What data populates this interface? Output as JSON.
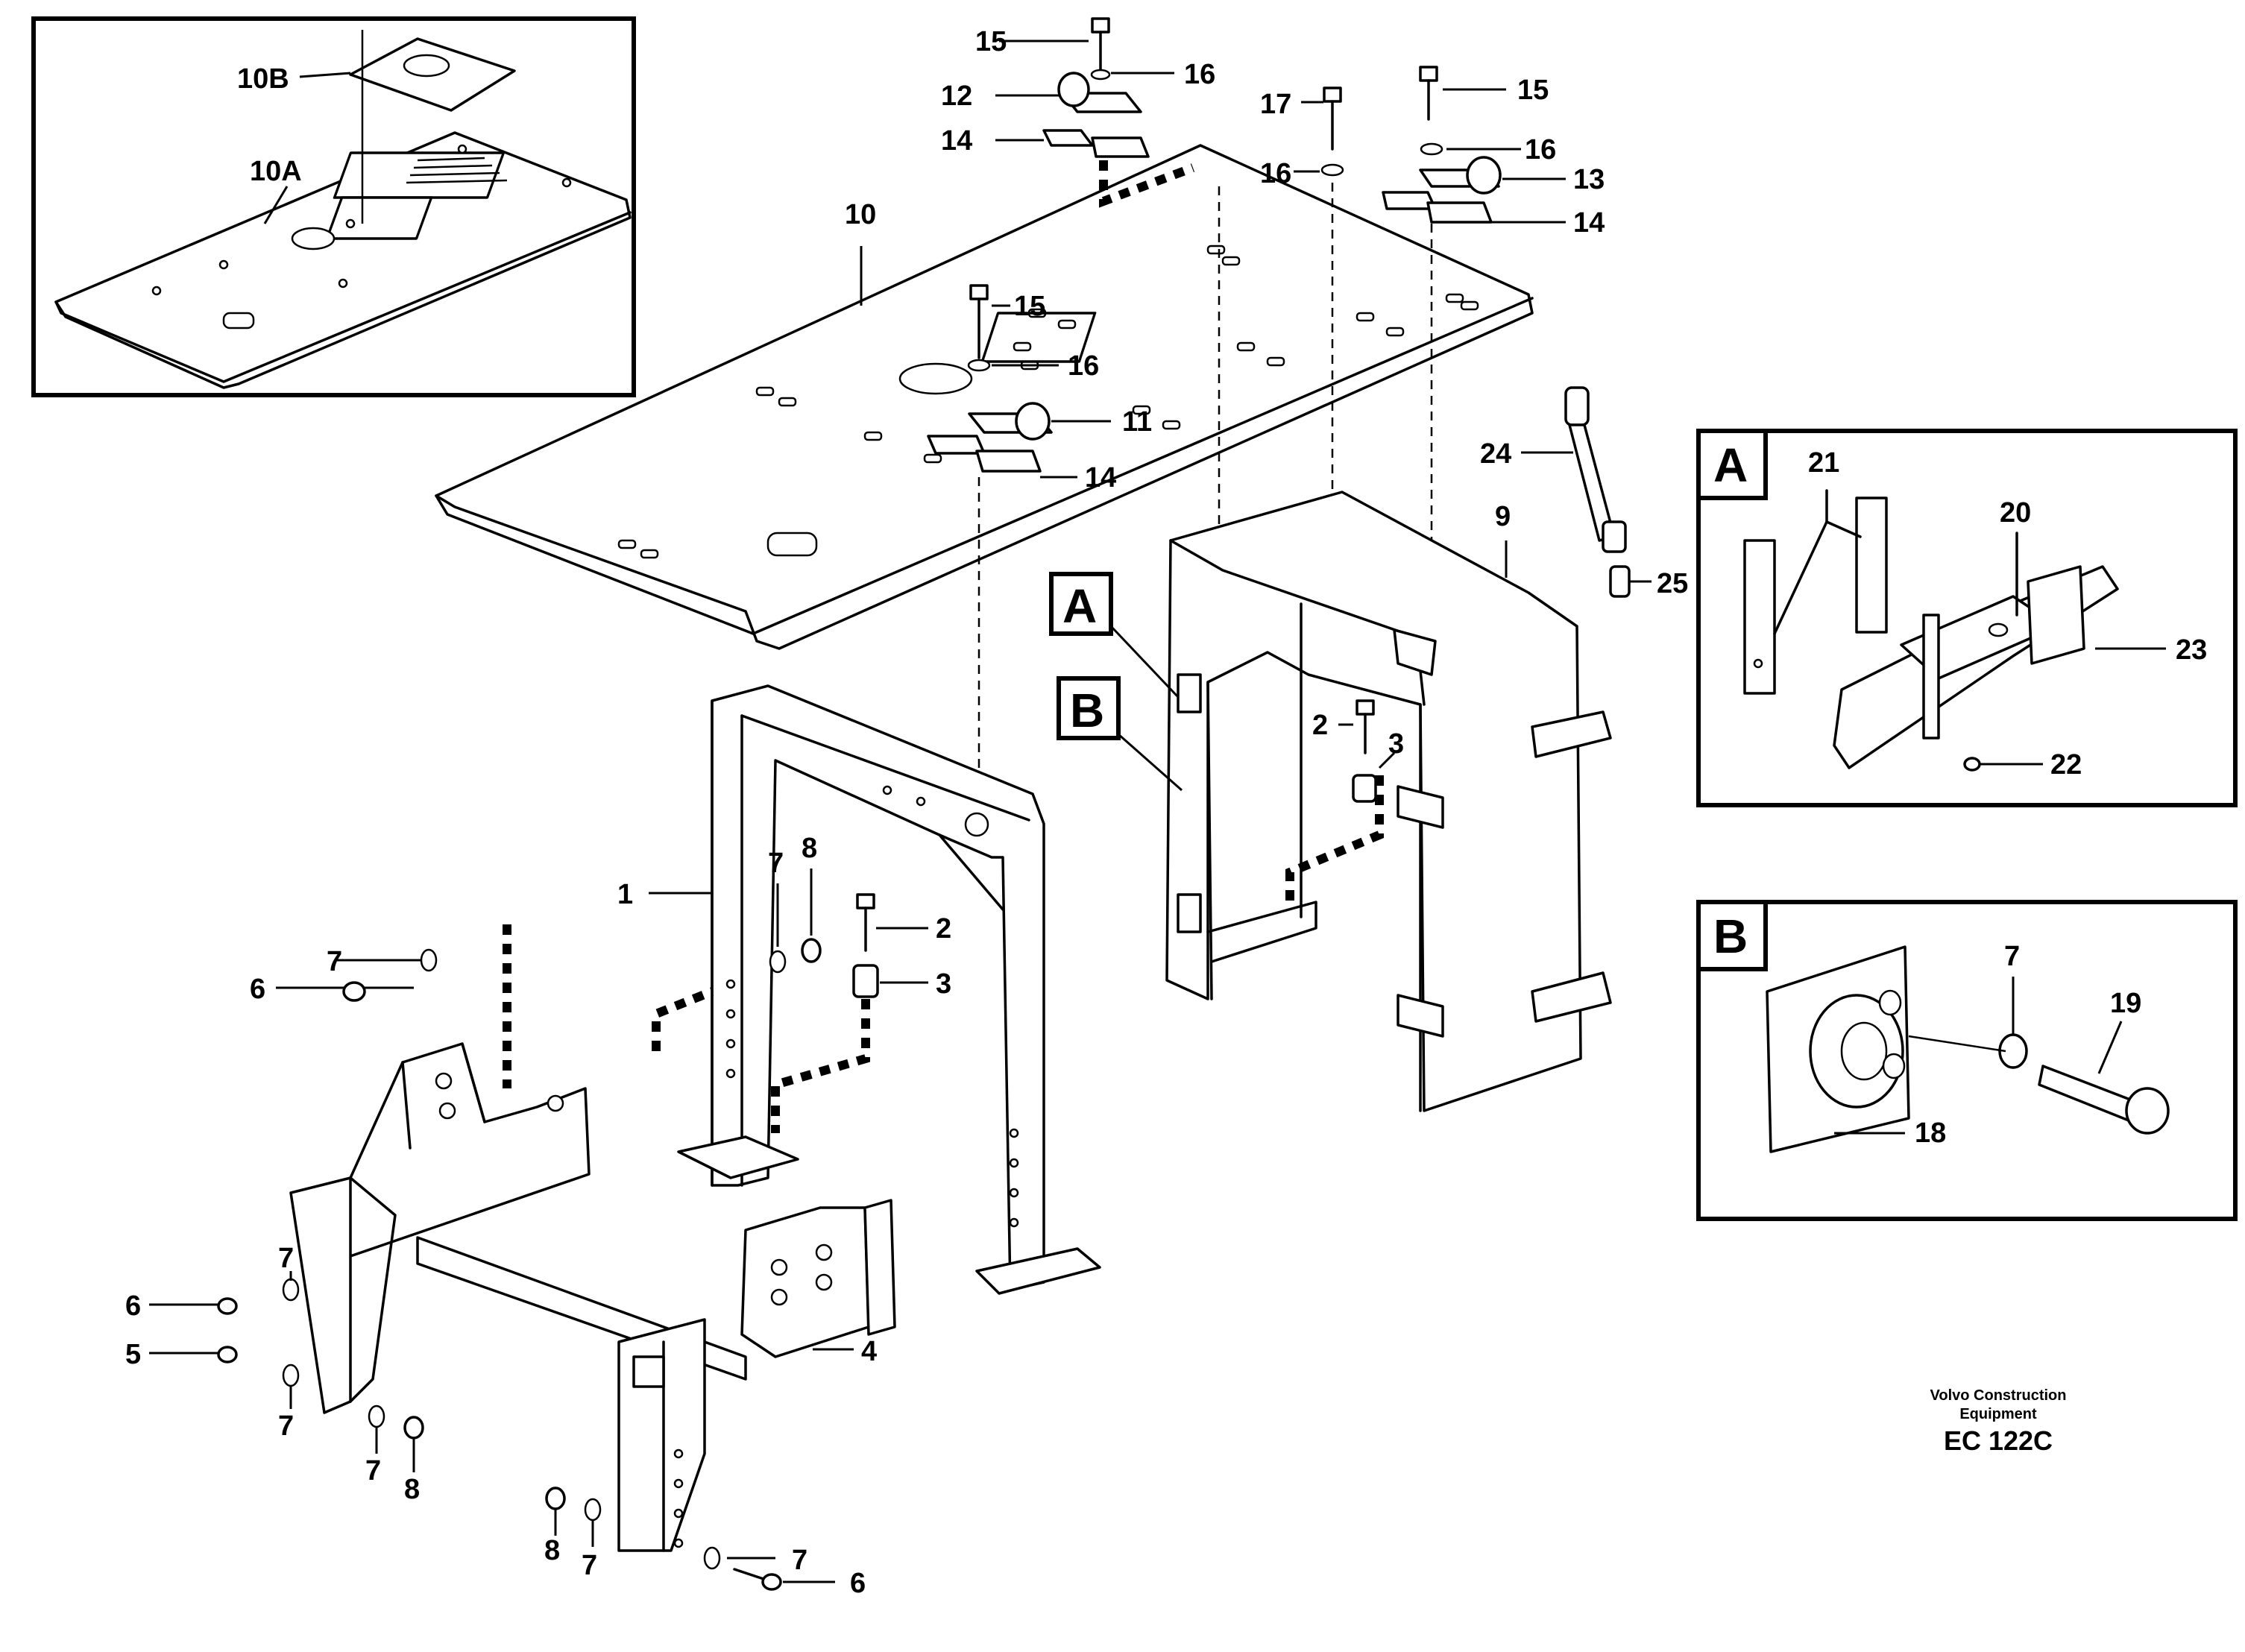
{
  "callouts": {
    "c1": "1",
    "c2a": "2",
    "c2b": "2",
    "c3a": "3",
    "c3b": "3",
    "c4": "4",
    "c5": "5",
    "c6a": "6",
    "c6b": "6",
    "c6c": "6",
    "c7a": "7",
    "c7b": "7",
    "c7c": "7",
    "c7d": "7",
    "c7e": "7",
    "c7f": "7",
    "c7g": "7",
    "c7h": "7",
    "c8a": "8",
    "c8b": "8",
    "c8c": "8",
    "c9": "9",
    "c10": "10",
    "c10a": "10A",
    "c10b": "10B",
    "c11": "11",
    "c12": "12",
    "c13": "13",
    "c14a": "14",
    "c14b": "14",
    "c14c": "14",
    "c15a": "15",
    "c15b": "15",
    "c15c": "15",
    "c16a": "16",
    "c16b": "16",
    "c16c": "16",
    "c16d": "16",
    "c17": "17",
    "c18": "18",
    "c19": "19",
    "c20": "20",
    "c21": "21",
    "c22": "22",
    "c23": "23",
    "c24": "24",
    "c25": "25"
  },
  "view_labels": {
    "a_main": "A",
    "b_main": "B",
    "a_inset": "A",
    "b_inset": "B"
  },
  "footer": {
    "company_line1": "Volvo Construction",
    "company_line2": "Equipment",
    "code": "EC 122C"
  }
}
